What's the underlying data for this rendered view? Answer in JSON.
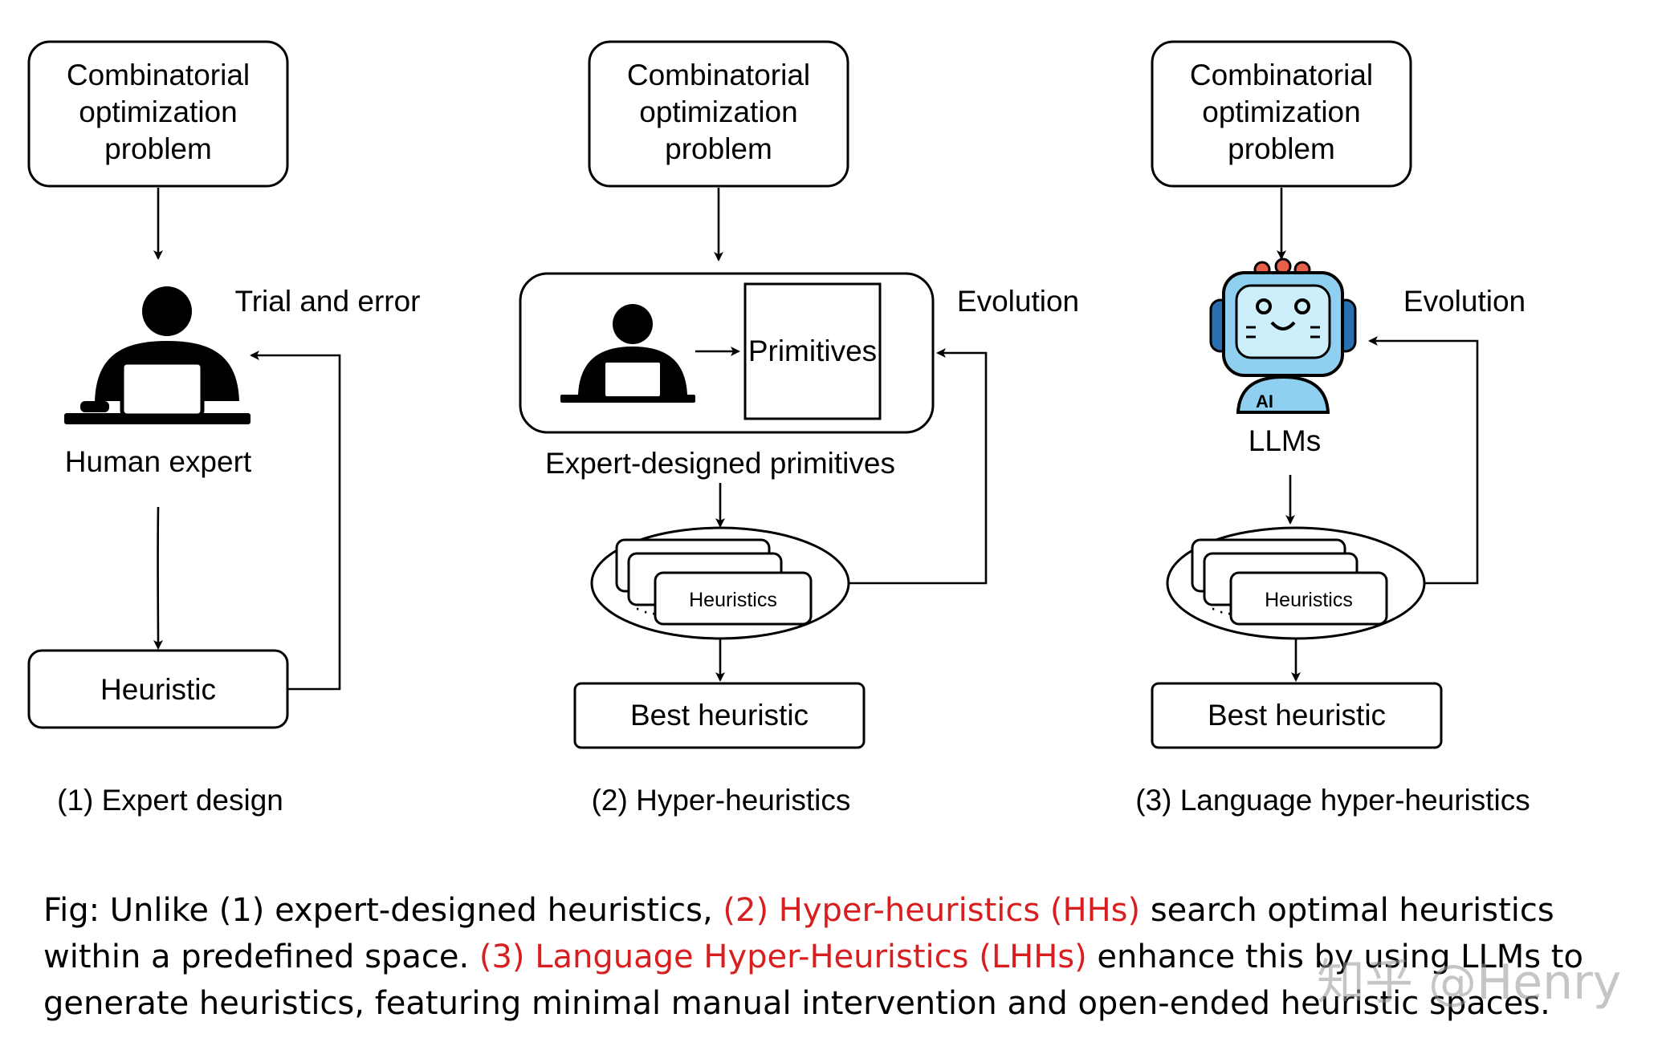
{
  "columns": [
    {
      "problem_lines": [
        "Combinatorial",
        "optimization",
        "problem"
      ],
      "actor_label": "Human expert",
      "loop_label": "Trial and error",
      "output_label": "Heuristic",
      "subtitle": "(1) Expert design"
    },
    {
      "problem_lines": [
        "Combinatorial",
        "optimization",
        "problem"
      ],
      "primitives_label": "Primitives",
      "group_label": "Expert-designed primitives",
      "loop_label": "Evolution",
      "pool_label": "Heuristics",
      "output_label": "Best heuristic",
      "subtitle": "(2) Hyper-heuristics"
    },
    {
      "problem_lines": [
        "Combinatorial",
        "optimization",
        "problem"
      ],
      "actor_label": "LLMs",
      "robot_badge": "AI",
      "loop_label": "Evolution",
      "pool_label": "Heuristics",
      "output_label": "Best heuristic",
      "subtitle": "(3) Language hyper-heuristics"
    }
  ],
  "caption": {
    "part1": "Fig: Unlike (1) expert-designed heuristics, ",
    "hl1": "(2) Hyper-heuristics (HHs)",
    "part2": " search optimal heuristics within a predefined space. ",
    "hl2": "(3) Language Hyper-Heuristics (LHHs)",
    "part3": " enhance this by using LLMs to generate heuristics, featuring minimal manual intervention and open-ended heuristic spaces."
  },
  "watermark": "知乎 @Henry",
  "colors": {
    "highlight": "#d81e1e",
    "robot_face": "#8fd0f0",
    "robot_dark": "#2a6fb0"
  }
}
